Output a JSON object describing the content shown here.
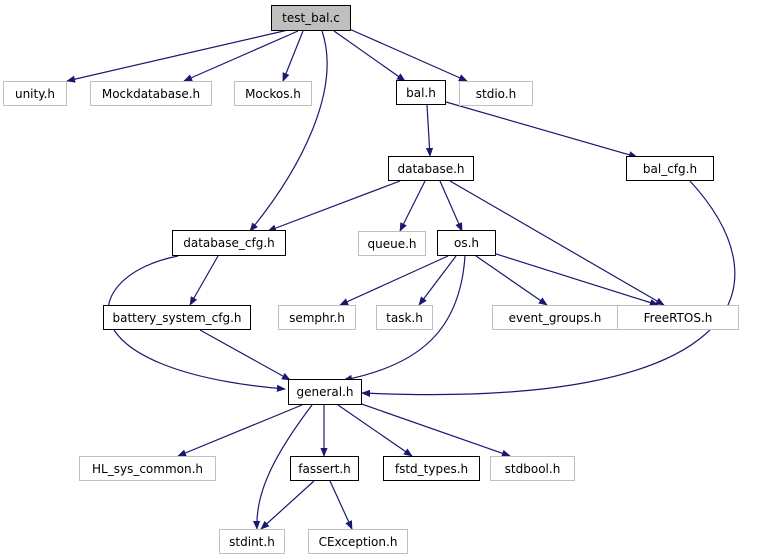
{
  "colors": {
    "edge": "#191970",
    "documented_border": "#000000",
    "external_border": "#bfbfbf",
    "root_fill": "#bfbfbf"
  },
  "nodes": {
    "test_bal_c": "test_bal.c",
    "unity_h": "unity.h",
    "mockdatabase_h": "Mockdatabase.h",
    "mockos_h": "Mockos.h",
    "bal_h": "bal.h",
    "stdio_h": "stdio.h",
    "database_h": "database.h",
    "bal_cfg_h": "bal_cfg.h",
    "database_cfg_h": "database_cfg.h",
    "queue_h": "queue.h",
    "os_h": "os.h",
    "battery_system_cfg_h": "battery_system_cfg.h",
    "semphr_h": "semphr.h",
    "task_h": "task.h",
    "event_groups_h": "event_groups.h",
    "freertos_h": "FreeRTOS.h",
    "general_h": "general.h",
    "hl_sys_common_h": "HL_sys_common.h",
    "fassert_h": "fassert.h",
    "fstd_types_h": "fstd_types.h",
    "stdbool_h": "stdbool.h",
    "stdint_h": "stdint.h",
    "cexception_h": "CException.h"
  }
}
